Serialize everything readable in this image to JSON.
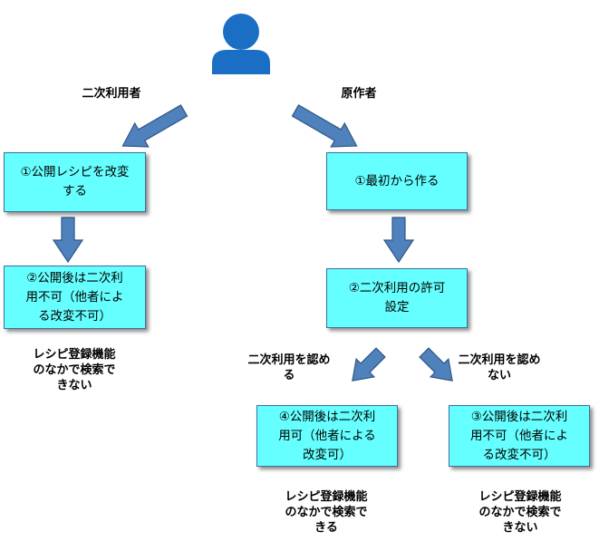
{
  "branches": {
    "secondary_user": "二次利用者",
    "original_author": "原作者"
  },
  "left_flow": {
    "box1": "①公開レシピを改変\nする",
    "box2": "②公開後は二次利\n用不可（他者によ\nる改変不可）",
    "result": "レシピ登録機能\nのなかで検索で\nきない"
  },
  "right_flow": {
    "box1": "①最初から作る",
    "box2": "②二次利用の許可\n設定",
    "allow_label": "二次利用を認め\nる",
    "deny_label": "二次利用を認め\nない",
    "allow_box": "④公開後は二次利\n用可（他者による\n改変可）",
    "deny_box": "③公開後は二次利\n用不可（他者によ\nる改変不可）",
    "allow_result": "レシピ登録機能\nのなかで検索で\nきる",
    "deny_result": "レシピ登録機能\nのなかで検索で\nきない"
  },
  "colors": {
    "box_fill": "#66ffff",
    "arrow_fill": "#4f81bd",
    "user_icon": "#1a6fc4"
  },
  "icons": {
    "top": "person-icon"
  }
}
